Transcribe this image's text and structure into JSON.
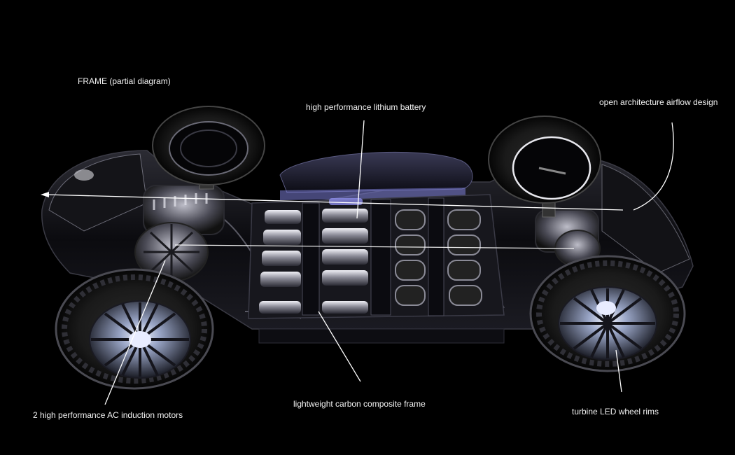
{
  "diagram": {
    "title": "FRAME (partial diagram)",
    "callouts": {
      "battery": "high performance lithium battery",
      "airflow": "open architecture airflow design",
      "motors": "2 high performance AC induction motors",
      "frame": "lightweight carbon composite frame",
      "rims": "turbine LED wheel rims"
    }
  },
  "colors": {
    "background": "#000000",
    "label_text": "#f2f2f2",
    "leader_line": "#ffffff",
    "battery_glow": "#7d7fd8"
  }
}
